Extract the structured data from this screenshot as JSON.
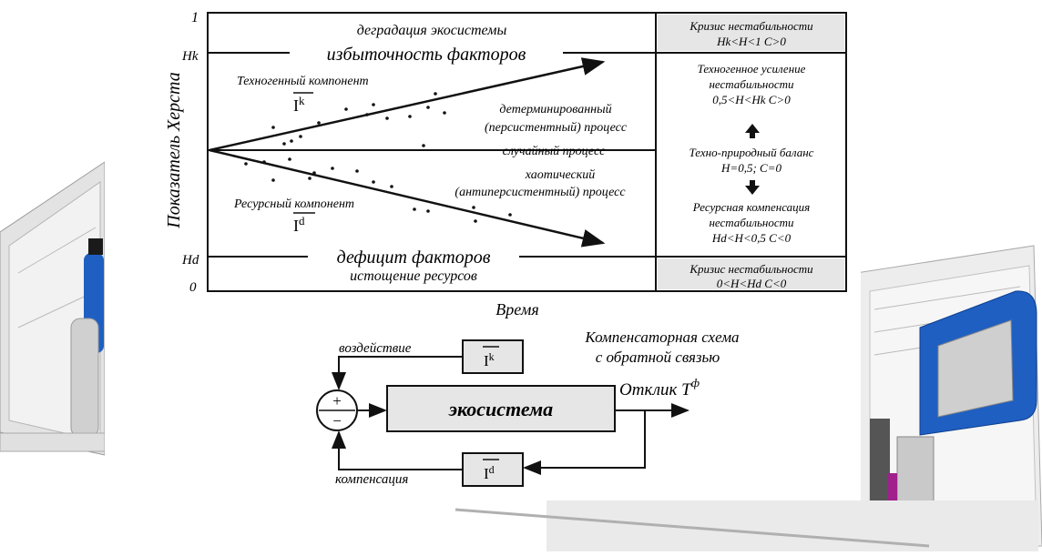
{
  "hurst_diagram": {
    "y_axis_label": "Показатель Херста",
    "x_axis_label": "Время",
    "tick_labels": {
      "top": "1",
      "hk": "Hk",
      "hd": "Hd",
      "bottom": "0"
    },
    "zones": {
      "top_band": "деградация экосистемы",
      "upper_line_label": "избыточность факторов",
      "lower_line_label": "дефицит факторов",
      "bottom_band": "истощение ресурсов"
    },
    "annotations": {
      "techno_component": "Техногенный компонент",
      "techno_symbol": "I",
      "techno_sup": "k",
      "deterministic_1": "детерминированный",
      "deterministic_2": "(персистентный) процесс",
      "random_process": "случайный процесс",
      "chaotic_1": "хаотический",
      "chaotic_2": "(антиперсистентный) процесс",
      "resource_component": "Ресурсный компонент",
      "resource_symbol": "I",
      "resource_sup": "d"
    },
    "right_panel": {
      "crisis_top_1": "Кризис нестабильности",
      "crisis_top_2": "Hk<H<1  C>0",
      "techno_gain_1": "Техногенное усиление",
      "techno_gain_2": "нестабильности",
      "techno_gain_3": "0,5<H<Hk  C>0",
      "balance_1": "Техно-природный баланс",
      "balance_2": "H=0,5;  C=0",
      "resource_comp_1": "Ресурсная компенсация",
      "resource_comp_2": "нестабильности",
      "resource_comp_3": "Hd<H<0,5  C<0",
      "crisis_bottom_1": "Кризис нестабильности",
      "crisis_bottom_2": "0<H<Hd  C<0"
    }
  },
  "feedback_scheme": {
    "title_1": "Компенсаторная схема",
    "title_2": "с обратной связью",
    "impact_label": "воздействие",
    "compensation_label": "компенсация",
    "ecosystem_label": "экосистема",
    "response_label": "Отклик T",
    "response_sup": "ф",
    "ik_symbol": "I",
    "ik_sup": "k",
    "id_symbol": "I",
    "id_sup": "d",
    "plus": "+",
    "minus": "−"
  },
  "colors": {
    "ink": "#111111",
    "box_fill": "#e6e6e6",
    "device_blue": "#1f5fc2",
    "device_gray": "#d8d8d8"
  }
}
